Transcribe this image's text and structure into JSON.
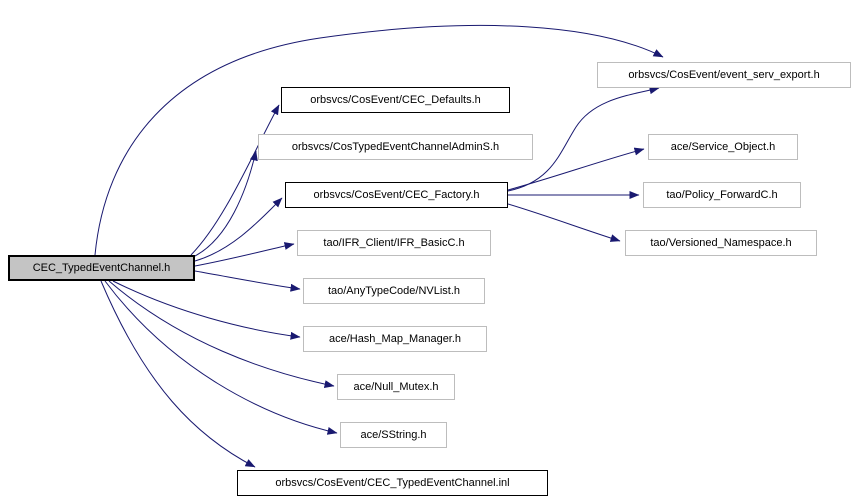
{
  "diagram": {
    "type": "include-dependency-graph",
    "colors": {
      "edge": "#191970",
      "node_fill": "#ffffff",
      "main_node_fill": "#c4c4c4",
      "node_border_linked": "#000000",
      "node_border_plain": "#bdbdbd",
      "text": "#000000"
    },
    "nodes": [
      {
        "id": "main",
        "label": "CEC_TypedEventChannel.h"
      },
      {
        "id": "defaults",
        "label": "orbsvcs/CosEvent/CEC_Defaults.h"
      },
      {
        "id": "adminS",
        "label": "orbsvcs/CosTypedEventChannelAdminS.h"
      },
      {
        "id": "factory",
        "label": "orbsvcs/CosEvent/CEC_Factory.h"
      },
      {
        "id": "ifr",
        "label": "tao/IFR_Client/IFR_BasicC.h"
      },
      {
        "id": "nvlist",
        "label": "tao/AnyTypeCode/NVList.h"
      },
      {
        "id": "hashmap",
        "label": "ace/Hash_Map_Manager.h"
      },
      {
        "id": "nullmutex",
        "label": "ace/Null_Mutex.h"
      },
      {
        "id": "sstring",
        "label": "ace/SString.h"
      },
      {
        "id": "inl",
        "label": "orbsvcs/CosEvent/CEC_TypedEventChannel.inl"
      },
      {
        "id": "export",
        "label": "orbsvcs/CosEvent/event_serv_export.h"
      },
      {
        "id": "service",
        "label": "ace/Service_Object.h"
      },
      {
        "id": "policy",
        "label": "tao/Policy_ForwardC.h"
      },
      {
        "id": "versioned",
        "label": "tao/Versioned_Namespace.h"
      }
    ],
    "edges": [
      {
        "from": "CEC_TypedEventChannel.h",
        "to": "orbsvcs/CosEvent/event_serv_export.h"
      },
      {
        "from": "CEC_TypedEventChannel.h",
        "to": "orbsvcs/CosEvent/CEC_Defaults.h"
      },
      {
        "from": "CEC_TypedEventChannel.h",
        "to": "orbsvcs/CosTypedEventChannelAdminS.h"
      },
      {
        "from": "CEC_TypedEventChannel.h",
        "to": "orbsvcs/CosEvent/CEC_Factory.h"
      },
      {
        "from": "CEC_TypedEventChannel.h",
        "to": "tao/IFR_Client/IFR_BasicC.h"
      },
      {
        "from": "CEC_TypedEventChannel.h",
        "to": "tao/AnyTypeCode/NVList.h"
      },
      {
        "from": "CEC_TypedEventChannel.h",
        "to": "ace/Hash_Map_Manager.h"
      },
      {
        "from": "CEC_TypedEventChannel.h",
        "to": "ace/Null_Mutex.h"
      },
      {
        "from": "CEC_TypedEventChannel.h",
        "to": "ace/SString.h"
      },
      {
        "from": "CEC_TypedEventChannel.h",
        "to": "orbsvcs/CosEvent/CEC_TypedEventChannel.inl"
      },
      {
        "from": "orbsvcs/CosEvent/CEC_Factory.h",
        "to": "orbsvcs/CosEvent/event_serv_export.h"
      },
      {
        "from": "orbsvcs/CosEvent/CEC_Factory.h",
        "to": "ace/Service_Object.h"
      },
      {
        "from": "orbsvcs/CosEvent/CEC_Factory.h",
        "to": "tao/Policy_ForwardC.h"
      },
      {
        "from": "orbsvcs/CosEvent/CEC_Factory.h",
        "to": "tao/Versioned_Namespace.h"
      }
    ]
  }
}
